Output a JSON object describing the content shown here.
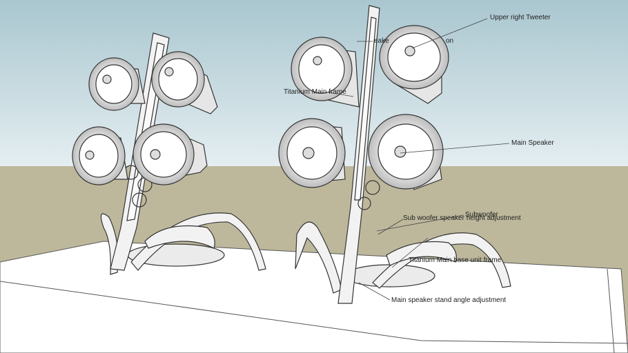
{
  "colors": {
    "sky_top": "#a9c6cf",
    "sky_bottom": "#e4eef1",
    "ground": "#bdb89c",
    "platform": "#ffffff",
    "model_fill": "#f2f2f2",
    "model_stroke": "#333333",
    "leader_line": "#444444"
  },
  "labels": {
    "upper_right_tweeter": "Upper right Tweeter",
    "speaker_partial": "eake",
    "speaker_partial_right": "on",
    "titanium_main_frame": "Titanium Main frame",
    "main_speaker": "Main Speaker",
    "subwoofer": "Subwoofer",
    "sub_woofer_height": "Sub woofer speaker height adjustment",
    "titanium_base_frame": "Titanium Main base unit frame",
    "stand_angle": "Main speaker stand angle adjustment"
  }
}
